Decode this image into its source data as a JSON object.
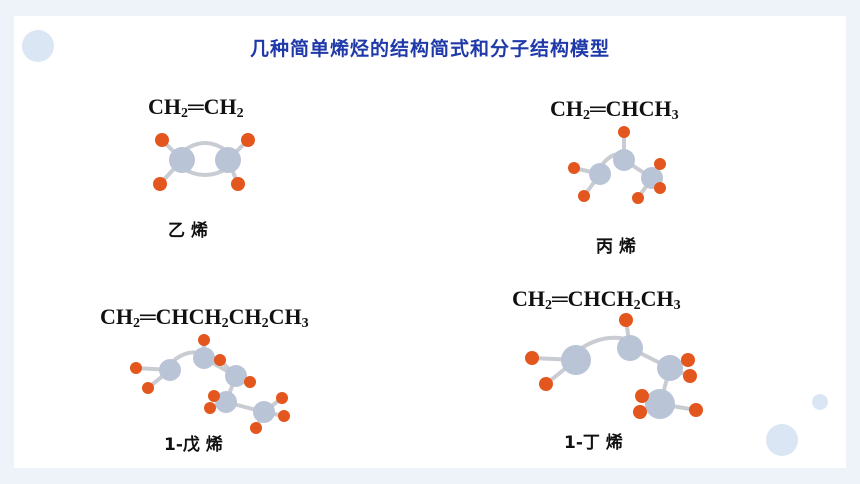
{
  "slide": {
    "title": "几种简单烯烃的结构简式和分子结构模型"
  },
  "molecules": [
    {
      "formula_html": "CH<sub>2</sub>═CH<sub>2</sub>",
      "name": "乙 烯"
    },
    {
      "formula_html": "CH<sub>2</sub>═CHCH<sub>3</sub>",
      "name": "丙 烯"
    },
    {
      "formula_html": "CH<sub>2</sub>═CHCH<sub>2</sub>CH<sub>2</sub>CH<sub>3</sub>",
      "name": "1-戊 烯"
    },
    {
      "formula_html": "CH<sub>2</sub>═CHCH<sub>2</sub>CH<sub>3</sub>",
      "name": "1-丁 烯"
    }
  ],
  "colors": {
    "title": "#1f3aa8",
    "carbon": "#b9c4d6",
    "hydrogen": "#e3561e",
    "bond": "#c9ccd2",
    "background": "#eef3fa"
  }
}
